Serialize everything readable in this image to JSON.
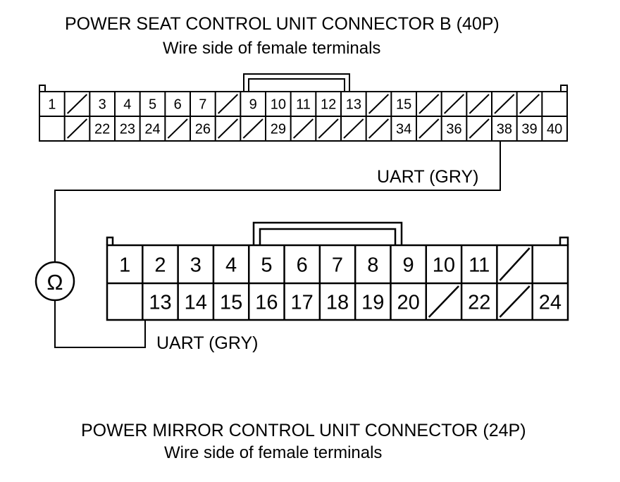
{
  "connector_b": {
    "title": "POWER SEAT CONTROL UNIT CONNECTOR B (40P)",
    "subtitle": "Wire side of female terminals",
    "row1": [
      "1",
      "/",
      "3",
      "4",
      "5",
      "6",
      "7",
      "/",
      "9",
      "10",
      "11",
      "12",
      "13",
      "/",
      "15",
      "/",
      "/",
      "/",
      "/",
      "/",
      ""
    ],
    "row2": [
      "",
      "/",
      "22",
      "23",
      "24",
      "/",
      "26",
      "/",
      "/",
      "29",
      "/",
      "/",
      "/",
      "/",
      "34",
      "/",
      "36",
      "/",
      "38",
      "39",
      "40"
    ]
  },
  "wire_label_top": "UART (GRY)",
  "meter_symbol": "Ω",
  "wire_label_bottom": "UART (GRY)",
  "connector_mirror": {
    "title": "POWER MIRROR CONTROL UNIT CONNECTOR (24P)",
    "subtitle": "Wire side of female terminals",
    "row1": [
      "1",
      "2",
      "3",
      "4",
      "5",
      "6",
      "7",
      "8",
      "9",
      "10",
      "11",
      "/",
      ""
    ],
    "row2": [
      "",
      "13",
      "14",
      "15",
      "16",
      "17",
      "18",
      "19",
      "20",
      "/",
      "22",
      "/",
      "24"
    ]
  }
}
